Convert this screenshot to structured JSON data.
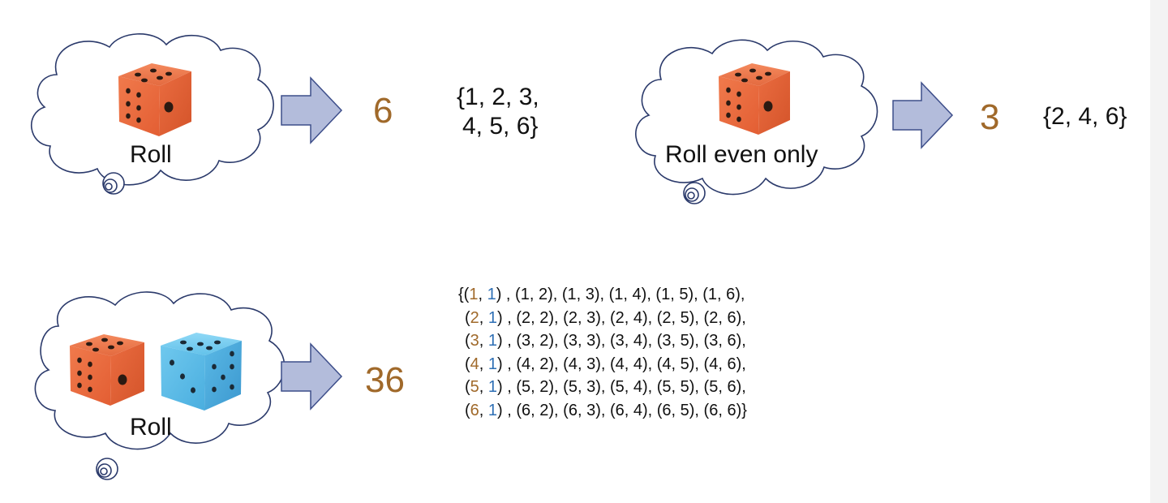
{
  "single_roll": {
    "cloud_label": "Roll",
    "count": "6",
    "set_line1": "{1, 2, 3,",
    "set_line2": "4, 5, 6}"
  },
  "even_roll": {
    "cloud_label": "Roll even only",
    "count": "3",
    "set": "{2, 4, 6}"
  },
  "double_roll": {
    "cloud_label": "Roll",
    "count": "36",
    "rows": [
      {
        "open": "{(",
        "a": "1",
        "sep": ", ",
        "b": "1",
        "rest": ") , (1, 2), (1, 3), (1, 4), (1, 5), (1, 6),"
      },
      {
        "open": "(",
        "a": "2",
        "sep": ", ",
        "b": "1",
        "rest": ") , (2, 2), (2, 3), (2, 4), (2, 5), (2, 6),"
      },
      {
        "open": "(",
        "a": "3",
        "sep": ", ",
        "b": "1",
        "rest": ") , (3, 2), (3, 3), (3, 4), (3, 5), (3, 6),"
      },
      {
        "open": "(",
        "a": "4",
        "sep": ", ",
        "b": "1",
        "rest": ") , (4, 2), (4, 3), (4, 4), (4, 5), (4, 6),"
      },
      {
        "open": "(",
        "a": "5",
        "sep": ", ",
        "b": "1",
        "rest": ") , (5, 2), (5, 3), (5, 4), (5, 5), (5, 6),"
      },
      {
        "open": "(",
        "a": "6",
        "sep": ", ",
        "b": "1",
        "rest": ") , (6, 2), (6, 3), (6, 4), (6, 5), (6, 6)}"
      }
    ]
  },
  "colors": {
    "count": "#a0692a",
    "first_die_value": "#a0692a",
    "second_die_value": "#2e6fb5",
    "arrow_fill": "#b3bcdb",
    "arrow_stroke": "#3d4e8a",
    "cloud_stroke": "#2b3a6b",
    "orange_die": "#e8663c",
    "blue_die": "#5bbde6"
  },
  "icons": [
    "thought-cloud-icon",
    "orange-die-icon",
    "blue-die-icon",
    "right-arrow-icon"
  ]
}
